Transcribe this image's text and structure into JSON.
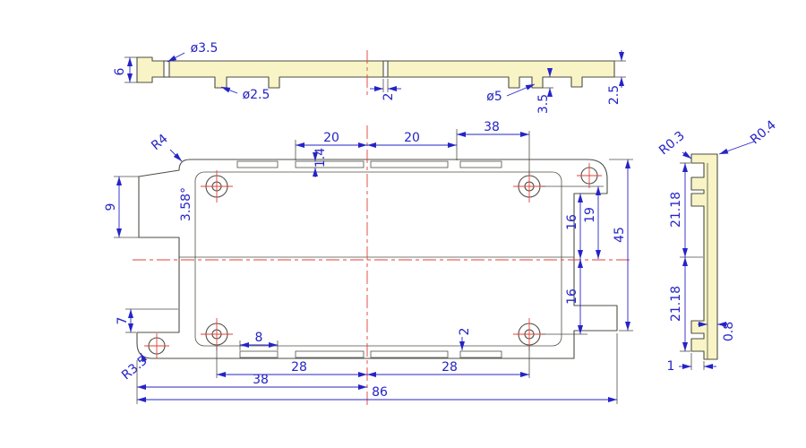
{
  "colors": {
    "section_fill": "#f8f4c6",
    "outline": "#4e4e46",
    "dimension_blue": "#2524c6",
    "centerline_red": "#e2403a"
  },
  "views": {
    "top": {
      "dims": {
        "dia35": "ø3.5",
        "h6": "6",
        "dia25": "ø2.5",
        "w2": "2",
        "dia5": "ø5",
        "h35": "3.5",
        "h25": "2.5"
      }
    },
    "front": {
      "dims": {
        "r4": "R4",
        "angle": "3.58°",
        "w20a": "20",
        "w20b": "20",
        "w38top": "38",
        "slot14": "1.4",
        "h9": "9",
        "h19": "19",
        "h16top": "16",
        "h45": "45",
        "h16bot": "16",
        "h7": "7",
        "r35": "R3.5",
        "w8": "8",
        "h2": "2",
        "w28a": "28",
        "w28b": "28",
        "w38bot": "38",
        "w86": "86"
      }
    },
    "side": {
      "dims": {
        "r04": "R0.4",
        "r03": "R0.3",
        "h2118top": "21.18",
        "h2118bot": "21.18",
        "t08": "0.8",
        "w1": "1"
      }
    }
  }
}
